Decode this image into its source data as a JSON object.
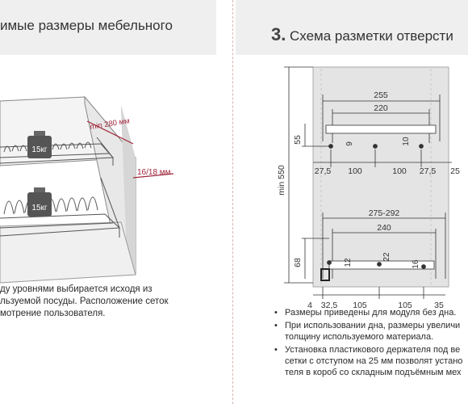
{
  "left": {
    "title": "имые размеры мебельного",
    "weights": [
      "15кг",
      "15кг"
    ],
    "dimensions": [
      "min 280 мм",
      "16/18 мм"
    ],
    "description": [
      "ду уровнями выбирается исходя из",
      "льзуемой посуды. Расположение сеток",
      "мотрение пользователя."
    ]
  },
  "right": {
    "section_number": "3.",
    "title": "Схема разметки отверсти",
    "dimensions": {
      "vertical": [
        "min 550",
        "55",
        "9",
        "10",
        "68",
        "12",
        "22",
        "16"
      ],
      "top": [
        "255",
        "220",
        "27,5",
        "100",
        "100",
        "27,5",
        "25"
      ],
      "bottom": [
        "275-292",
        "240",
        "4",
        "32,5",
        "105",
        "105",
        "35"
      ]
    },
    "notes": [
      [
        "Размеры приведены для модуля без дна."
      ],
      [
        "При использовании дна, размеры увеличи",
        "толщину используемого материала."
      ],
      [
        "Установка пластикового держателя под ве",
        "сетки с отступом на 25 мм позволят устано",
        "теля в короб со складным подъёмным мех"
      ]
    ]
  },
  "colors": {
    "banner": "#efefef",
    "accent": "#a0283c",
    "lines": "#333333",
    "panel": "#e4e4e4"
  }
}
